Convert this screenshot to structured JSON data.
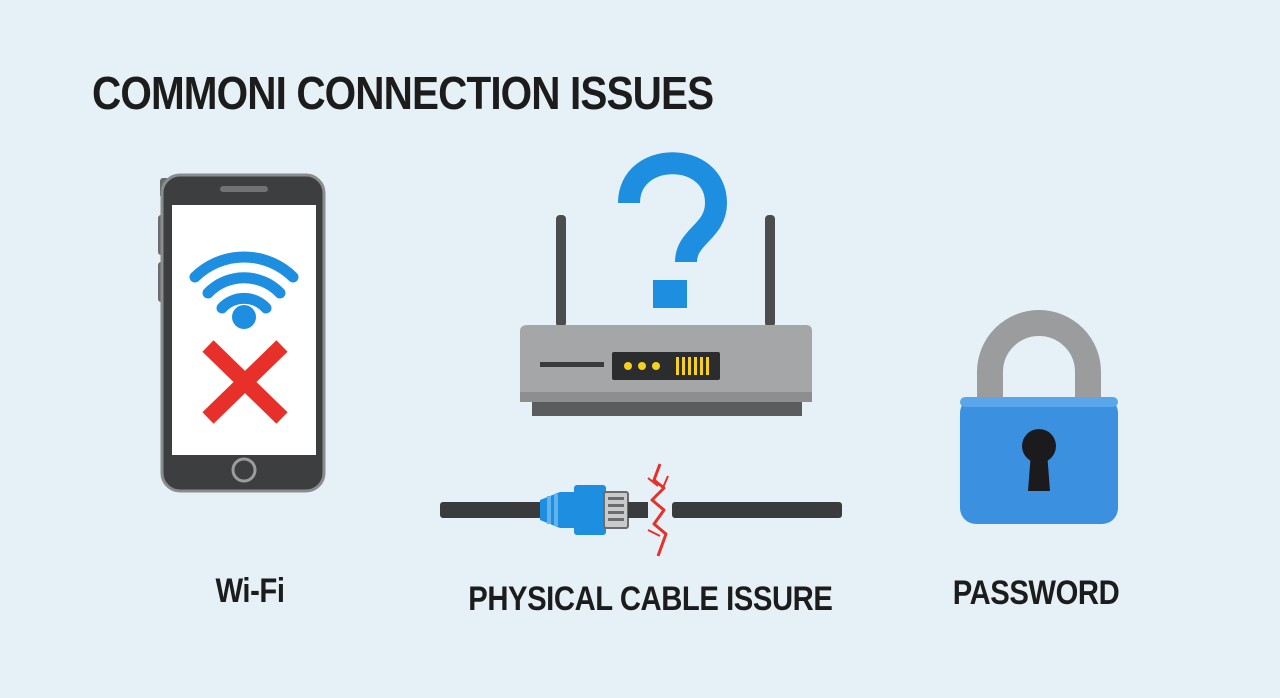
{
  "title": "COMMONI CONNECTION ISSUES",
  "items": [
    {
      "label": "Wi-Fi",
      "icon": "phone-wifi-error-icon"
    },
    {
      "label": "PHYSICAL CABLE ISSURE",
      "icon": "router-broken-cable-icon"
    },
    {
      "label": "PASSWORD",
      "icon": "padlock-icon"
    }
  ],
  "colors": {
    "background": "#e6f1f7",
    "accent_blue": "#1e8fe0",
    "error_red": "#e8302a",
    "device_gray": "#9a9c9e",
    "dark": "#3a3b3d"
  }
}
